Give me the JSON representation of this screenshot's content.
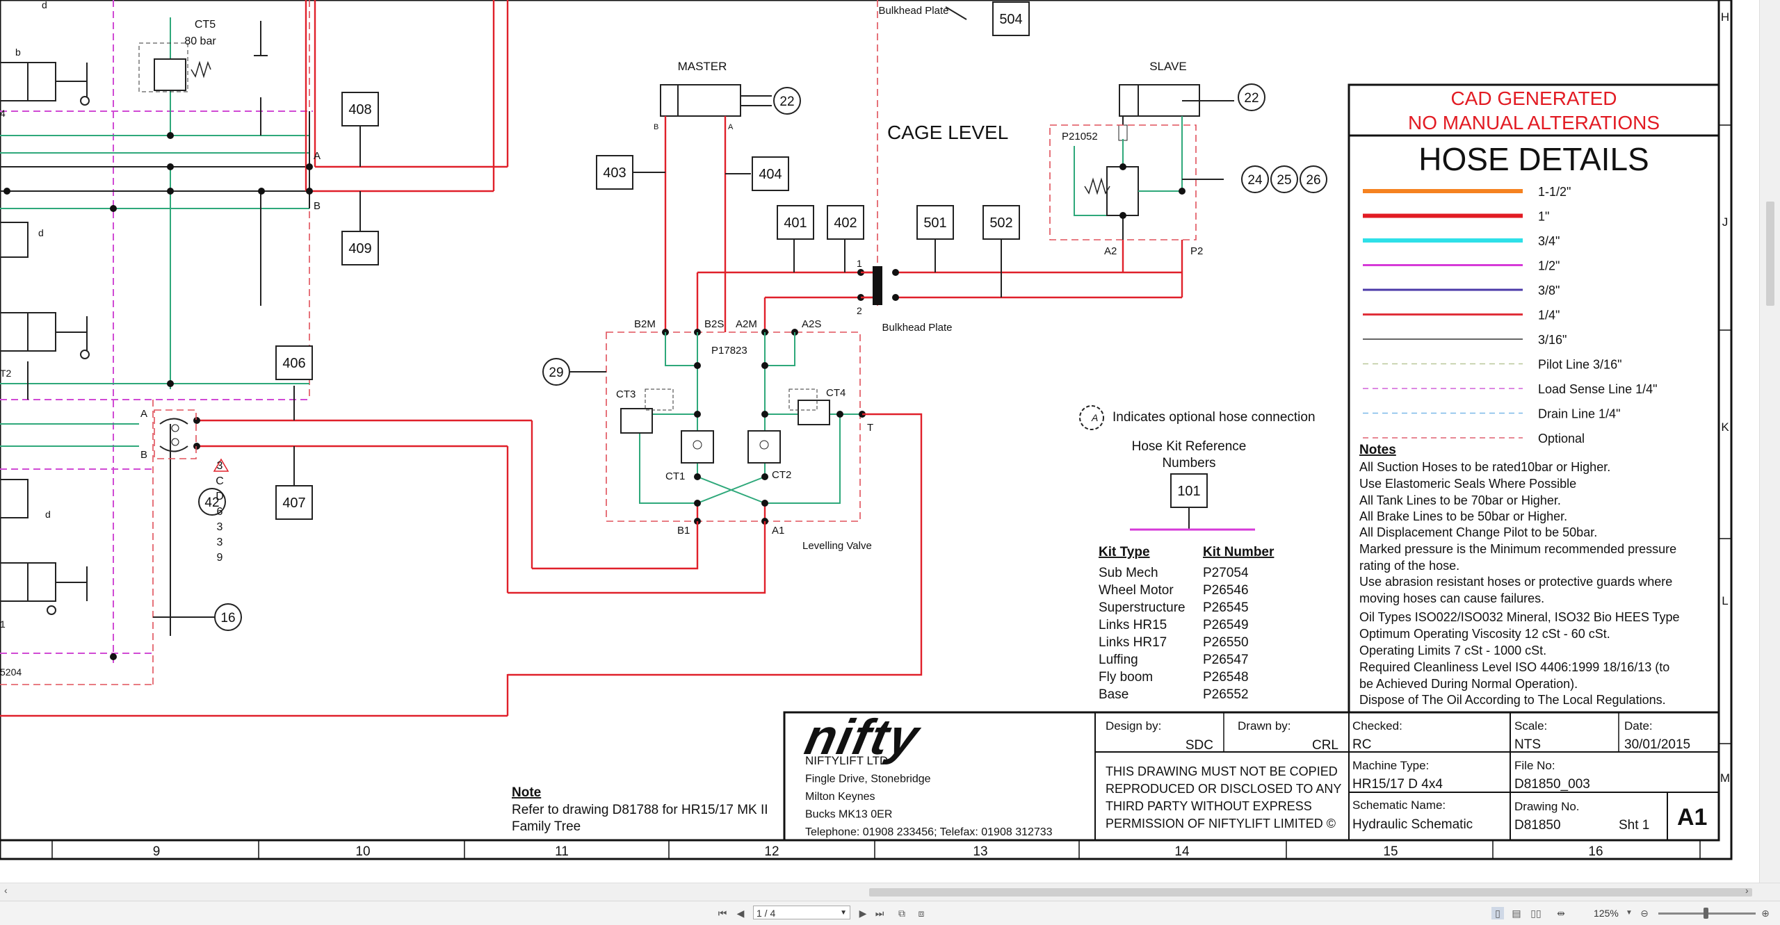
{
  "master": {
    "label": "MASTER",
    "port_b": "B",
    "port_a": "A",
    "hose": "22"
  },
  "slave": {
    "label": "SLAVE",
    "hose": "22",
    "valve_id": "P21052",
    "port_a2": "A2",
    "port_p2": "P2",
    "hose_kits": [
      "24",
      "25",
      "26"
    ]
  },
  "cage_level": "CAGE LEVEL",
  "bulkhead_top": {
    "label": "Bulkhead Plate",
    "tag": "504"
  },
  "bulkhead_mid": {
    "label": "Bulkhead Plate",
    "port1": "1",
    "port2": "2"
  },
  "hose_numbers": {
    "h403": "403",
    "h404": "404",
    "h401": "401",
    "h402": "402",
    "h501": "501",
    "h502": "502",
    "h408": "408",
    "h409": "409",
    "h406": "406",
    "h407": "407",
    "h29": "29",
    "h16": "16",
    "h42": "42"
  },
  "left_labels": {
    "ct5": "CT5",
    "ct5_bar": "80 bar",
    "a1": "A",
    "b1": "B",
    "a2": "A",
    "b2": "B",
    "d1": "d",
    "d2": "d",
    "d3": "d",
    "b_small": "b",
    "t2": "T2",
    "code": "5204",
    "vals": [
      "3",
      "C",
      "D",
      "6",
      "3",
      "3",
      "9"
    ],
    "num4": "4",
    "num1": "1"
  },
  "levelling_valve": {
    "label": "Levelling Valve",
    "id": "P17823",
    "b2m": "B2M",
    "b2s": "B2S",
    "a2m": "A2M",
    "a2s": "A2S",
    "ct1": "CT1",
    "ct2": "CT2",
    "ct3": "CT3",
    "ct4": "CT4",
    "b1": "B1",
    "a1": "A1",
    "t": "T"
  },
  "optional_note": "Indicates optional hose connection",
  "optional_symbol": "A",
  "hose_kit_ref": {
    "title_1": "Hose Kit Reference",
    "title_2": "Numbers",
    "tag": "101"
  },
  "kit_table": {
    "col1": "Kit Type",
    "col2": "Kit Number",
    "rows": [
      [
        "Sub Mech",
        "P27054"
      ],
      [
        "Wheel Motor",
        "P26546"
      ],
      [
        "Superstructure",
        "P26545"
      ],
      [
        "Links HR15",
        "P26549"
      ],
      [
        "Links HR17",
        "P26550"
      ],
      [
        "Luffing",
        "P26547"
      ],
      [
        "Fly boom",
        "P26548"
      ],
      [
        "Base",
        "P26552"
      ]
    ]
  },
  "cad_warning": [
    "CAD GENERATED",
    "NO MANUAL ALTERATIONS"
  ],
  "hose_details": {
    "title": "HOSE DETAILS",
    "items": [
      {
        "label": "1-1/2\"",
        "color": "#f58220"
      },
      {
        "label": "1\"",
        "color": "#e21b23"
      },
      {
        "label": "3/4\"",
        "color": "#2ee0e8"
      },
      {
        "label": "1/2\"",
        "color": "#d63ad8"
      },
      {
        "label": "3/8\"",
        "color": "#4b3aa8"
      },
      {
        "label": "1/4\"",
        "color": "#e0303a"
      },
      {
        "label": "3/16\"",
        "color": "#333333"
      },
      {
        "label": "Pilot Line 3/16\"",
        "color": "#b9c79a"
      },
      {
        "label": "Load Sense Line 1/4\"",
        "color": "#d060d8"
      },
      {
        "label": "Drain Line 1/4\"",
        "color": "#7ab8e8"
      },
      {
        "label": "Optional",
        "color": "#e06070"
      }
    ]
  },
  "notes": {
    "title": "Notes",
    "lines": [
      "All Suction Hoses to be rated10bar or Higher.",
      "Use Elastomeric Seals Where Possible",
      "All Tank Lines to be 70bar or Higher.",
      "All Brake Lines to be 50bar or Higher.",
      "All Displacement Change Pilot to be 50bar.",
      "Marked pressure is the Minimum recommended pressure",
      "rating of the hose.",
      "Use abrasion resistant hoses or protective guards where",
      "moving hoses can cause failures.",
      "Oil Types ISO022/ISO032 Mineral, ISO32 Bio HEES Type",
      "Optimum Operating Viscosity 12 cSt - 60 cSt.",
      "Operating Limits 7 cSt - 1000 cSt.",
      "Required Cleanliness Level ISO 4406:1999 18/16/13 (to",
      "be Achieved During Normal Operation).",
      "Dispose of The Oil According to The Local Regulations."
    ]
  },
  "title_block": {
    "logo": "nifty",
    "company": [
      "NIFTYLIFT LTD",
      "Fingle Drive, Stonebridge",
      "Milton Keynes",
      "Bucks MK13 0ER",
      "Telephone: 01908 233456; Telefax: 01908 312733"
    ],
    "design_by_label": "Design by:",
    "design_by": "SDC",
    "drawn_by_label": "Drawn by:",
    "drawn_by": "CRL",
    "checked_label": "Checked:",
    "checked": "RC",
    "scale_label": "Scale:",
    "scale": "NTS",
    "date_label": "Date:",
    "date": "30/01/2015",
    "copy_notice": [
      "THIS DRAWING MUST NOT BE COPIED",
      "REPRODUCED OR DISCLOSED TO ANY",
      "THIRD PARTY WITHOUT EXPRESS",
      "PERMISSION OF NIFTYLIFT LIMITED  ©"
    ],
    "machine_type_label": "Machine Type:",
    "machine_type": "HR15/17 D 4x4",
    "file_no_label": "File No:",
    "file_no": "D81850_003",
    "schematic_label": "Schematic Name:",
    "schematic": "Hydraulic Schematic",
    "drawing_no_label": "Drawing No.",
    "drawing_no": "D81850",
    "sheet": "Sht 1",
    "size": "A1"
  },
  "note_block": {
    "title": "Note",
    "line1": "Refer to drawing D81788 for HR15/17 MK II",
    "line2": "Family Tree"
  },
  "grid_columns": [
    "9",
    "10",
    "11",
    "12",
    "13",
    "14",
    "15",
    "16"
  ],
  "grid_rows": [
    "H",
    "J",
    "K",
    "L",
    "M"
  ],
  "viewer": {
    "page": "1 / 4",
    "zoom": "125%"
  }
}
